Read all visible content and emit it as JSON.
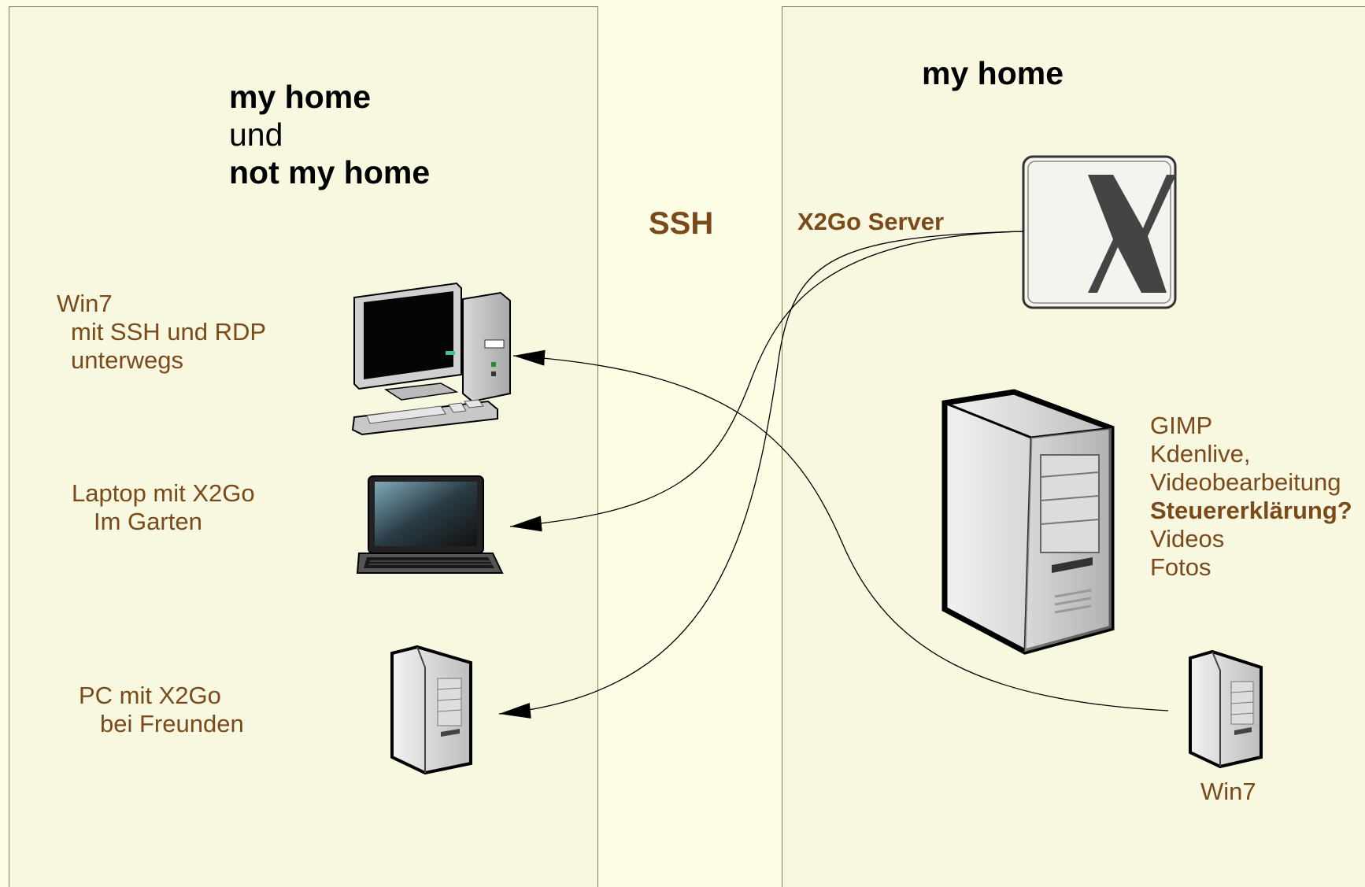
{
  "left_panel": {
    "title_line1": "my home",
    "title_line2": "und",
    "title_line3": "not my home",
    "devices": [
      {
        "line1": "Win7",
        "line2": "mit SSH und RDP",
        "line3": "unterwegs",
        "icon": "desktop-computer-icon"
      },
      {
        "line1": "Laptop mit X2Go",
        "line2": "Im Garten",
        "icon": "laptop-icon"
      },
      {
        "line1": "PC mit X2Go",
        "line2": "bei Freunden",
        "icon": "tower-pc-icon"
      }
    ]
  },
  "middle": {
    "label": "SSH"
  },
  "right_panel": {
    "title": "my home",
    "server_label": "X2Go Server",
    "server_icon": "x11-logo-icon",
    "main_server_icon": "server-tower-icon",
    "main_server_uses": [
      "GIMP",
      "Kdenlive,",
      "Videobearbeitung",
      "Steuererklärung?",
      "Videos",
      "Fotos"
    ],
    "win7_label": "Win7",
    "win7_icon": "tower-pc-icon"
  },
  "colors": {
    "background": "#fdfde6",
    "panel": "#f8f7e0",
    "label_brown": "#7a4a1a",
    "panel_border": "#8a7a55"
  }
}
